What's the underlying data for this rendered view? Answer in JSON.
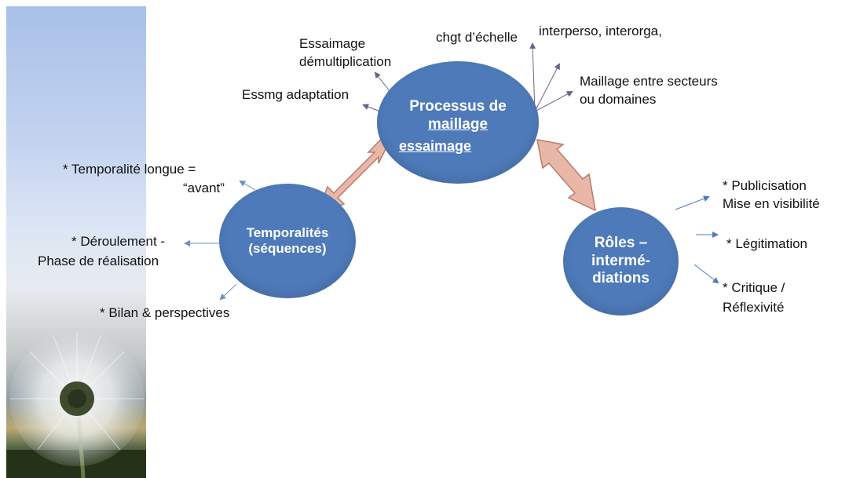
{
  "diagram": {
    "nodes": {
      "processus": {
        "line1": "Processus de",
        "line2": "maillage",
        "line3": "essaimage"
      },
      "temporalites": {
        "line1": "Temporalités",
        "line2": "(séquences)"
      },
      "roles": {
        "line1": "Rôles –",
        "line2": "intermé-",
        "line3": "diations"
      }
    },
    "labels": {
      "essaimage_demult_1": "Essaimage",
      "essaimage_demult_2": "démultiplication",
      "essmg_adaptation": "Essmg adaptation",
      "chgt_echelle": "chgt d’échelle",
      "interperso": "interperso, interorga,",
      "maillage_secteurs_1": "Maillage entre secteurs",
      "maillage_secteurs_2": "ou domaines",
      "temporalite_longue_1": "* Temporalité longue =",
      "temporalite_longue_2": "“avant”",
      "deroulement_1": "* Déroulement -",
      "deroulement_2": "Phase de réalisation",
      "bilan": "* Bilan & perspectives",
      "publicisation_1": "* Publicisation",
      "publicisation_2": "Mise en visibilité",
      "legitimation": "* Légitimation",
      "critique_1": "* Critique /",
      "critique_2": "Réflexivité"
    },
    "colors": {
      "node_fill": "#4e7ab9",
      "double_arrow_fill": "#e9b7a8",
      "double_arrow_stroke": "#b97a6c",
      "left_connector": "#6d8fc4",
      "top_connector": "#6e5f8c",
      "right_connector": "#4e7ab9"
    }
  }
}
